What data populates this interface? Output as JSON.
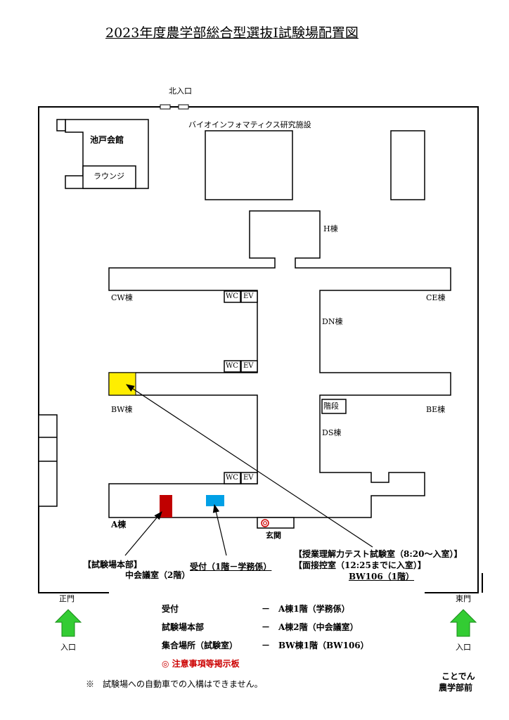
{
  "title": "2023年度農学部総合型選抜Ⅰ試験場配置図",
  "gates": {
    "north": "北入口",
    "main_gate": "正門",
    "east_gate": "東門",
    "entrance_left": "入口",
    "entrance_right": "入口"
  },
  "buildings": {
    "ikedo_hall": "池戸会館",
    "lounge": "ラウンジ",
    "bio_facility": "バイオインフォマティクス研究施設",
    "h": "H棟",
    "cw": "CW棟",
    "ce": "CE棟",
    "dn": "DN棟",
    "bw": "BW棟",
    "be": "BE棟",
    "ds": "DS棟",
    "a": "A棟",
    "stairs": "階段",
    "entrance_hall": "玄関",
    "wc": "WC",
    "ev": "EV"
  },
  "callouts": {
    "hq_line1": "【試験場本部】",
    "hq_line2": "中会議室（2階）",
    "reception": "受付（1階－学務係）",
    "exam_line1": "【授業理解力テスト試験室（8:20～入室）】",
    "exam_line2": "【面接控室（12:25までに入室）】",
    "exam_line3": "BW106（1階）"
  },
  "legend": [
    {
      "label": "受付",
      "value": "－　A棟1階（学務係）"
    },
    {
      "label": "試験場本部",
      "value": "－　A棟2階（中会議室）"
    },
    {
      "label": "集合場所（試験室）",
      "value": "－　BW棟1階（BW106）"
    }
  ],
  "notice_board": "◎ 注意事項等掲示板",
  "footnote": "※　試験場への自動車での入構はできません。",
  "bus_stop": {
    "line1": "ことでん",
    "line2": "農学部前"
  },
  "colors": {
    "exam_room": "#ffee00",
    "hq": "#c00000",
    "reception": "#00a0e6",
    "arrow": "#33cc33",
    "notice": "#cc0000"
  }
}
